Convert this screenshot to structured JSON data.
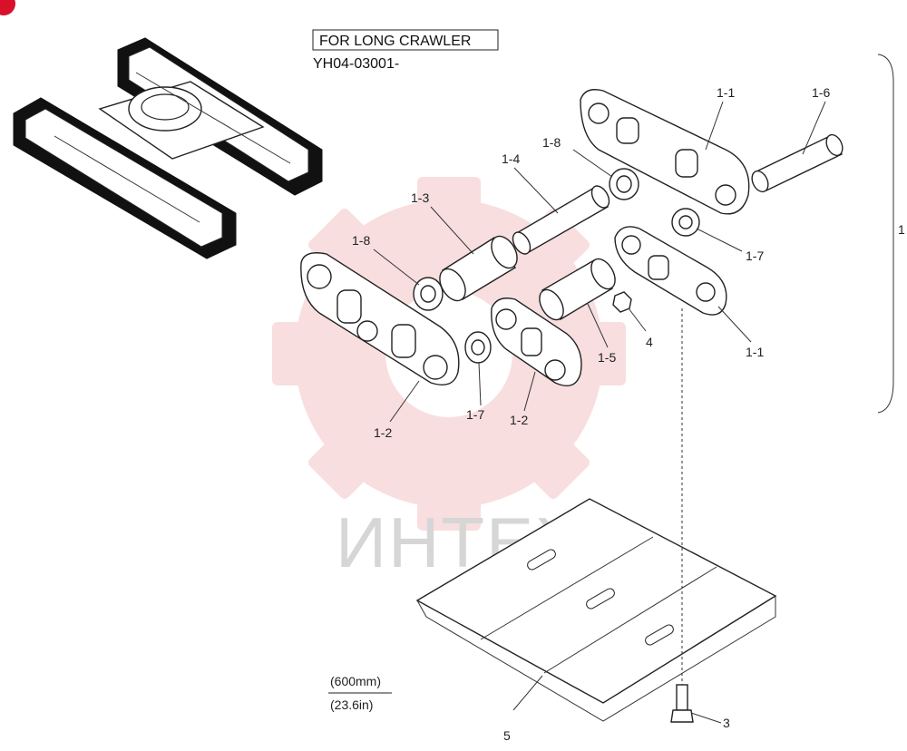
{
  "header": {
    "title": "FOR LONG CRAWLER",
    "serial": "YH04-03001-"
  },
  "watermark": {
    "text": "ИНТЕХ",
    "color": "#f2b7b7"
  },
  "callouts": {
    "c1_1_top": "1-1",
    "c1_6": "1-6",
    "c1_8_top": "1-8",
    "c1_4": "1-4",
    "c1_3": "1-3",
    "c1_8_left": "1-8",
    "c1_7_right": "1-7",
    "c4": "4",
    "c1_5": "1-5",
    "c1_1_bottom": "1-1",
    "c1_7_bottom": "1-7",
    "c1_2_mid": "1-2",
    "c1_2_left": "1-2",
    "c3": "3",
    "c5": "5",
    "c1_group": "1"
  },
  "dimension": {
    "metric": "(600mm)",
    "imperial": "(23.6in)"
  },
  "icons": {
    "corner_badge": "red-circle-badge-icon"
  },
  "colors": {
    "badge": "#d8102a",
    "ink": "#222222"
  }
}
